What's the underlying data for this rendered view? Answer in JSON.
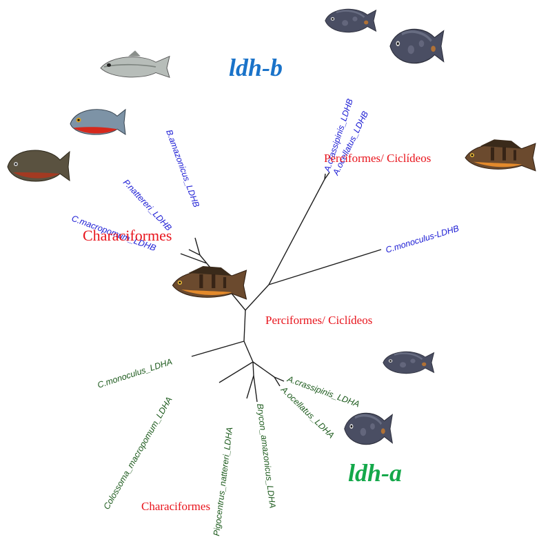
{
  "gene_labels": {
    "ldh_b": "ldh-b",
    "ldh_a": "ldh-a"
  },
  "group_labels": {
    "perciformes_b": "Perciformes/ Ciclídeos",
    "characiformes_b": "Characiformes",
    "perciformes_a": "Perciformes/ Ciclídeos",
    "characiformes_a": "Characiformes"
  },
  "leaves_ldhb": {
    "a_crassipinis": "A.crassipinis_LDHB",
    "a_ocellatus": "A.ocellatus_LDHB",
    "c_monoculus": "C.monoculus-LDHB",
    "b_amazonicus": "B.amazonicus_LDHB",
    "p_nattereri": "P.nattereri_LDHB",
    "c_macropomum": "C.macropomum_LDHB"
  },
  "leaves_ldha": {
    "c_monoculus": "C.monoculus_LDHA",
    "c_macropomum": "Colossoma_macropomum_LDHA",
    "p_nattereri": "Pigocentrus_nattereri_LDHA",
    "b_amazonicus": "Brycon_amazonicus_LDHA",
    "a_crassipinis": "A.crassipinis_LDHA",
    "a_ocellatus": "A.ocellatus_LDHA"
  },
  "colors": {
    "ldh_b_label": "#1a73c9",
    "ldh_a_label": "#14a84a",
    "ldhb_leaves": "#1a1ad4",
    "ldha_leaves": "#1c5a1c",
    "group_labels": "#e8141c",
    "branches": "#1e1e1e"
  },
  "images": [
    {
      "id": "fish-brycon",
      "icon": "silver-characin-fish"
    },
    {
      "id": "fish-red-piranha",
      "icon": "red-bellied-piranha-fish"
    },
    {
      "id": "fish-tambaqui",
      "icon": "tambaqui-fish"
    },
    {
      "id": "fish-oscar-top-small",
      "icon": "oscar-cichlid-fish"
    },
    {
      "id": "fish-oscar-top-large",
      "icon": "oscar-cichlid-fish"
    },
    {
      "id": "fish-peacock-bass-right",
      "icon": "peacock-bass-fish"
    },
    {
      "id": "fish-peacock-bass-center",
      "icon": "peacock-bass-fish"
    },
    {
      "id": "fish-oscar-bottom-small",
      "icon": "oscar-cichlid-fish"
    },
    {
      "id": "fish-oscar-bottom-large",
      "icon": "oscar-cichlid-fish"
    }
  ]
}
